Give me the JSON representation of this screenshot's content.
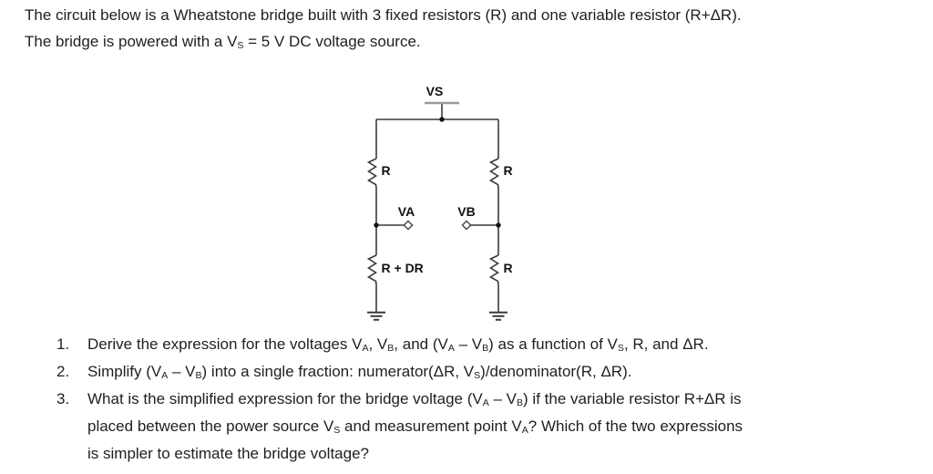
{
  "page": {
    "background": "#ffffff",
    "text_color": "#1f1f1f"
  },
  "intro": {
    "line1": "The circuit below is a Wheatstone bridge built with 3 fixed resistors (R) and one variable resistor (R+ΔR).",
    "line2_parts": [
      {
        "t": "The bridge is powered with a V"
      },
      {
        "t": "S",
        "sub": true
      },
      {
        "t": " = 5 V DC voltage source."
      }
    ]
  },
  "circuit": {
    "source_label": "VS",
    "test_point_a_label": "VA",
    "test_point_b_label": "VB",
    "resistor_top_left": "R",
    "resistor_top_right": "R",
    "resistor_bottom_left": "R + DR",
    "resistor_bottom_right": "R",
    "colors": {
      "wire": "#3a3a3a",
      "terminal_bar": "#9a9a9a",
      "junction_dot": "#111111",
      "diamond_fill": "#ffffff",
      "label": "#111111"
    }
  },
  "questions": [
    {
      "num": "1.",
      "parts": [
        {
          "t": "Derive the expression for the voltages V"
        },
        {
          "t": "A",
          "sub": true
        },
        {
          "t": ", V"
        },
        {
          "t": "B",
          "sub": true
        },
        {
          "t": ", and (V"
        },
        {
          "t": "A",
          "sub": true
        },
        {
          "t": " – V"
        },
        {
          "t": "B",
          "sub": true
        },
        {
          "t": ") as a function of V"
        },
        {
          "t": "S",
          "sub": true
        },
        {
          "t": ", R, and ΔR."
        }
      ]
    },
    {
      "num": "2.",
      "parts": [
        {
          "t": "Simplify (V"
        },
        {
          "t": "A",
          "sub": true
        },
        {
          "t": " – V"
        },
        {
          "t": "B",
          "sub": true
        },
        {
          "t": ") into a single fraction: numerator(ΔR, V"
        },
        {
          "t": "S",
          "sub": true
        },
        {
          "t": ")/denominator(R, ΔR)."
        }
      ]
    },
    {
      "num": "3.",
      "parts": [
        {
          "t": "What is the simplified expression for the bridge voltage (V"
        },
        {
          "t": "A",
          "sub": true
        },
        {
          "t": " – V"
        },
        {
          "t": "B",
          "sub": true
        },
        {
          "t": ") if the variable resistor R+ΔR is"
        },
        {
          "br": true
        },
        {
          "t": "placed between the power source V"
        },
        {
          "t": "S",
          "sub": true
        },
        {
          "t": " and measurement point V"
        },
        {
          "t": "A",
          "sub": true
        },
        {
          "t": "? Which of the two expressions"
        },
        {
          "br": true
        },
        {
          "t": "is simpler to estimate the bridge voltage?"
        }
      ]
    }
  ]
}
